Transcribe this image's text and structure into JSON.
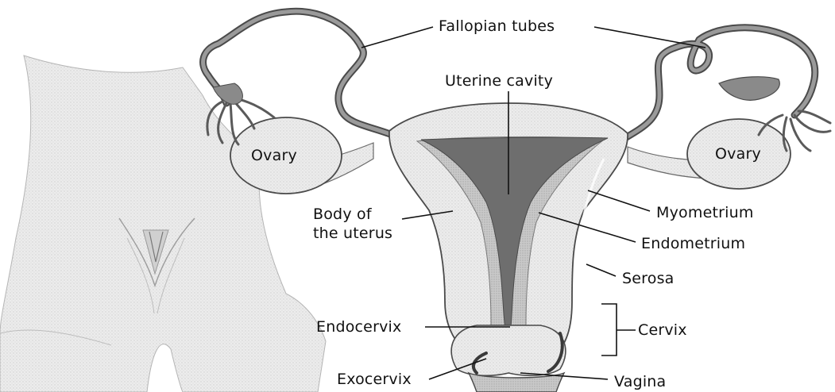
{
  "diagram": {
    "labels": {
      "fallopian_tubes": "Fallopian tubes",
      "uterine_cavity": "Uterine cavity",
      "ovary_left": "Ovary",
      "ovary_right": "Ovary",
      "body_of_uterus_line1": "Body of",
      "body_of_uterus_line2": "the uterus",
      "myometrium": "Myometrium",
      "endometrium": "Endometrium",
      "serosa": "Serosa",
      "cervix": "Cervix",
      "endocervix": "Endocervix",
      "exocervix": "Exocervix",
      "vagina": "Vagina"
    },
    "colors": {
      "outline": "#4a4a4a",
      "tissue_fill": "#e6e6e6",
      "body_fill": "#efefef",
      "cavity_fill": "#7a7a7a",
      "endometrium_fill": "#b9b9b9",
      "tube_fill": "#9a9a9a"
    }
  }
}
